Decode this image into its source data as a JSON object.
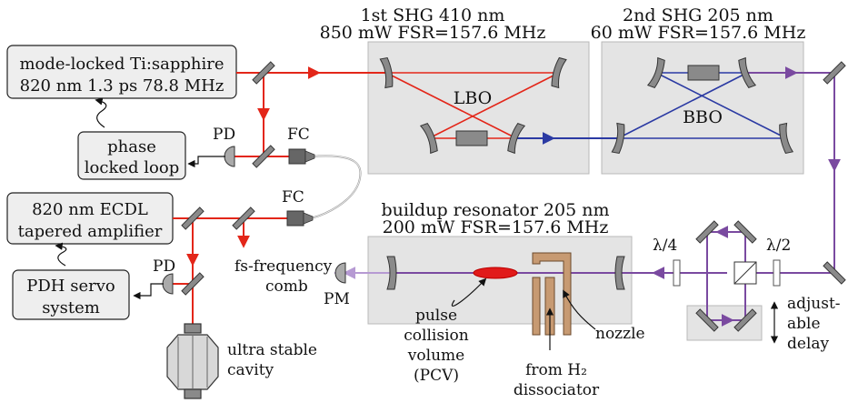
{
  "colors": {
    "red_beam": "#e32619",
    "blue_beam": "#2b3aa3",
    "violet_beam": "#7a4aa0",
    "pale_violet_beam": "#b69ad3",
    "panel_fill": "#e4e4e4",
    "box_fill": "#eeeeee",
    "mirror_fill": "#8a8a8a",
    "nozzle_fill": "#c79a72",
    "pcv_red": "#e11a1a"
  },
  "boxes": {
    "ti_sapphire": [
      "mode-locked Ti:sapphire",
      "820 nm 1.3 ps 78.8 MHz"
    ],
    "pll": [
      "phase",
      "locked loop"
    ],
    "ecdl": [
      "820 nm ECDL",
      "tapered amplifier"
    ],
    "pdh": [
      "PDH servo",
      "system"
    ]
  },
  "shg1": {
    "title": "1st SHG 410 nm",
    "subtitle": "850 mW FSR=157.6 MHz",
    "crystal": "LBO"
  },
  "shg2": {
    "title": "2nd SHG 205 nm",
    "subtitle": "60 mW FSR=157.6 MHz",
    "crystal": "BBO"
  },
  "buildup": {
    "title": "buildup resonator 205 nm",
    "subtitle": "200 mW FSR=157.6 MHz"
  },
  "labels": {
    "pd_top": "PD",
    "fc_top": "FC",
    "fc_bottom": "FC",
    "pd_bottom": "PD",
    "fs_comb": [
      "fs-frequency",
      "comb"
    ],
    "pm": "PM",
    "pcv": [
      "pulse",
      "collision",
      "volume",
      "(PCV)"
    ],
    "h2": [
      "from H₂",
      "dissociator"
    ],
    "nozzle": "nozzle",
    "quarter_wave": "λ/4",
    "half_wave": "λ/2",
    "delay": [
      "adjust-",
      "able",
      "delay"
    ],
    "cavity": [
      "ultra stable",
      "cavity"
    ]
  }
}
